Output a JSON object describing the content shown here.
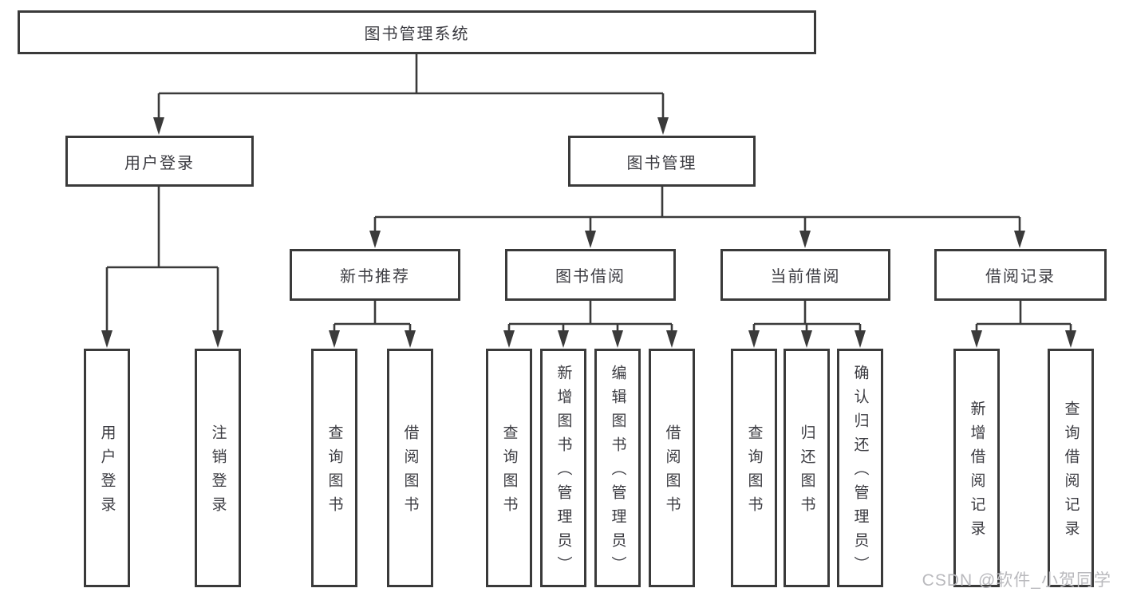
{
  "diagram": {
    "root": {
      "label": "图书管理系统"
    },
    "level2": {
      "user_login": {
        "label": "用户登录"
      },
      "book_management": {
        "label": "图书管理"
      }
    },
    "level3": {
      "new_book_recommend": {
        "label": "新书推荐"
      },
      "book_borrow": {
        "label": "图书借阅"
      },
      "current_borrow": {
        "label": "当前借阅"
      },
      "borrow_records": {
        "label": "借阅记录"
      }
    },
    "leaves": [
      "用户登录",
      "注销登录",
      "查询图书",
      "借阅图书",
      "查询图书",
      "新增图书（管理员）",
      "编辑图书（管理员）",
      "借阅图书",
      "查询图书",
      "归还图书",
      "确认归还（管理员）",
      "新增借阅记录",
      "查询借阅记录"
    ],
    "watermark": "CSDN @软件_小贺同学",
    "colors": {
      "box_border": "#3a3a3a",
      "connector": "#3a3a3a",
      "text": "#3c3c42",
      "watermark_text": "#b9b9bd",
      "background": "#ffffff"
    }
  }
}
